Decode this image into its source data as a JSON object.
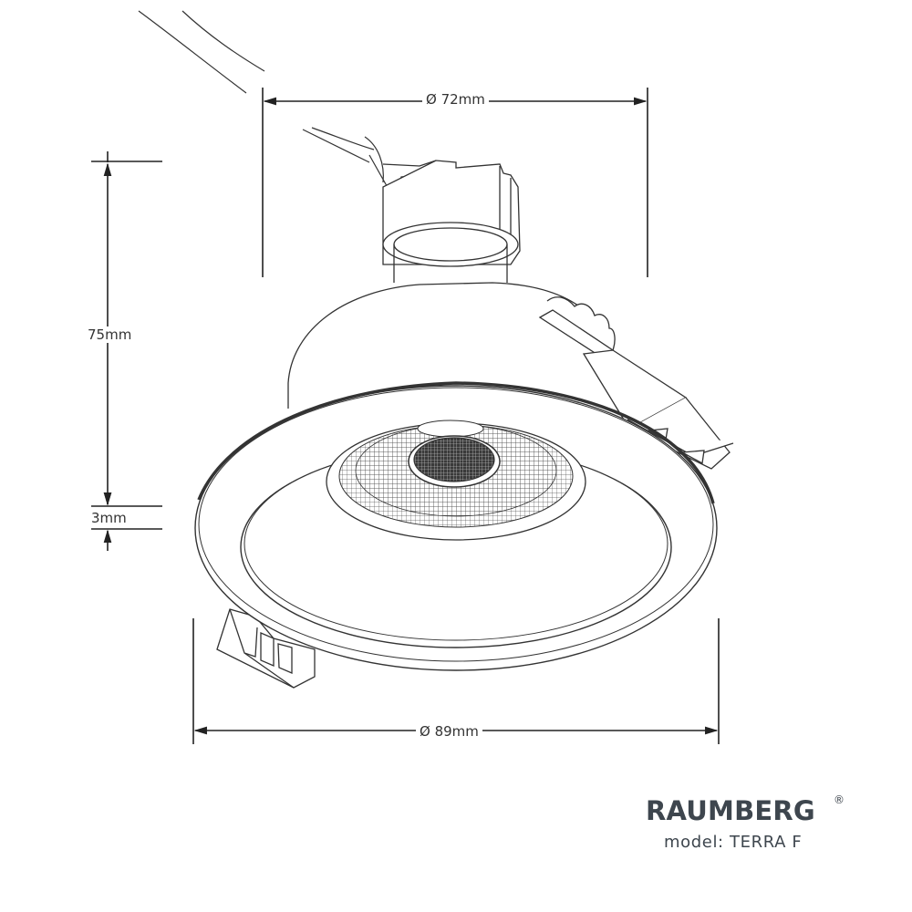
{
  "dimensions": {
    "top_diameter": "Ø 72mm",
    "bottom_diameter": "Ø 89mm",
    "height": "75mm",
    "rim_thickness": "3mm"
  },
  "brand": {
    "name": "RAUMBERG",
    "registered_mark": "®",
    "model": "model: TERRA F"
  },
  "colors": {
    "line": "#333333",
    "brand_text": "#3e464e"
  }
}
